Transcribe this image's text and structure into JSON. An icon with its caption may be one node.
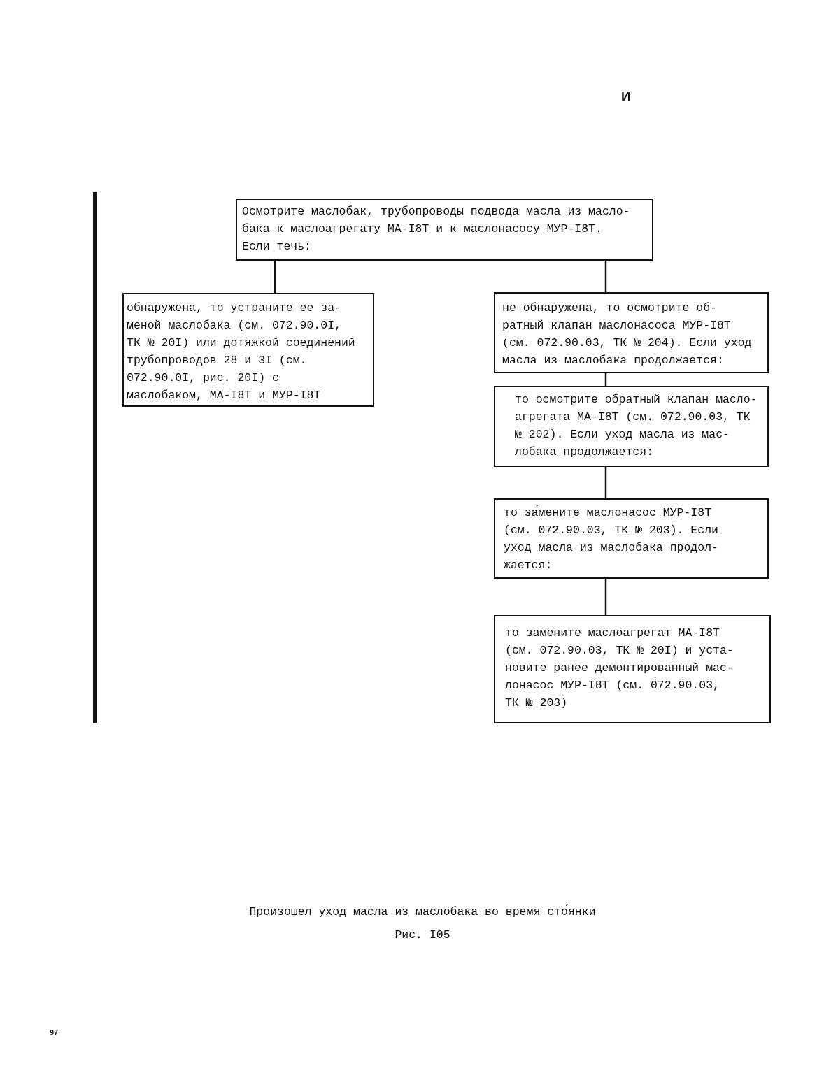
{
  "diagram": {
    "caption": "Произошел уход масла из маслобака во время сто́янки",
    "nodes": [
      {
        "text": [
          "Осмотрите маслобак, трубопроводы подвода масла из масло- бака к маслоагрегату МА-I8Т и к маслонасосу МУР-I8Т. Если течь:"
        ]
      },
      {
        "text": [
          "обнаружена, то устраните ее за- меной маслобака (см. 072.90.0I, ТК № 20I) или дотяжкой соединений трубопроводов 28 и 3I (см. 072.90.0I, рис. 20I) с маслобаком, МА-I8Т и МУР-I8Т"
        ]
      },
      {
        "text": [
          "не обнаружена, то осмотрите об- ратный клапан маслонасоса МУР-I8Т (см. 072.90.03, ТК № 204). Если уход масла из маслобака продолжается:"
        ]
      },
      {
        "text": [
          "то осмотрите обратный клапан масло- агрегата МА-I8Т (см. 072.90.03, ТК № 202). Если уход масла из мас- лобака продолжается:"
        ]
      },
      {
        "text": [
          "то за́мените маслонасос МУР-I8Т (см. 072.90.03, ТК № 203). Если уход масла из маслобака продол- жается:"
        ]
      },
      {
        "text": [
          "то замените маслоагрегат МА-I8Т (см. 072.90.03, ТК № 20I) и уста- новите ранее демонтированный мас- лонасос МУР-I8Т (см. 072.90.03, ТК № 203)"
        ]
      }
    ],
    "edges": [
      {
        "from": 0,
        "to": 1,
        "arrow": "none"
      },
      {
        "from": 0,
        "to": 2,
        "arrow": "none"
      },
      {
        "from": 2,
        "to": 3,
        "arrow": "none"
      },
      {
        "from": 3,
        "to": 4,
        "arrow": "none"
      },
      {
        "from": 4,
        "to": 5,
        "arrow": "none"
      }
    ],
    "labels": [
      "И",
      "Рис. I05",
      "97"
    ]
  }
}
